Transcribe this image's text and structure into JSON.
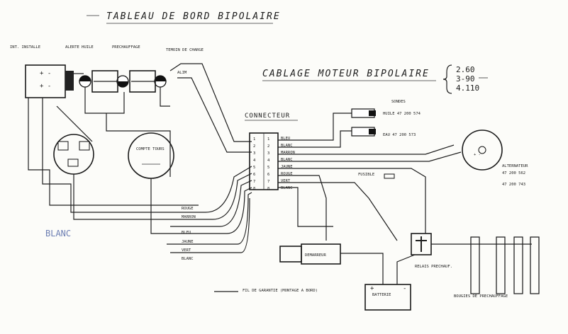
{
  "title": "TABLEAU DE BORD BIPOLAIRE",
  "subtitle": "CABLAGE MOTEUR BIPOLAIRE",
  "models": [
    "2.60",
    "3-90",
    "4.110"
  ],
  "dash_labels": {
    "int_installe": "INT. INSTALLE",
    "alerte_huile": "ALERTE HUILE",
    "prechauffage": "PRECHAUFFAGE",
    "temoin_charge": "TEMOIN DE CHARGE",
    "compte_tours": "COMPTE TOURS",
    "alim": "ALIM"
  },
  "connecteur": {
    "label": "CONNECTEUR",
    "pins_left": [
      "1",
      "2",
      "3",
      "4",
      "5",
      "6",
      "7",
      "8"
    ],
    "pins_right": [
      "1",
      "2",
      "3",
      "4",
      "5",
      "6",
      "7",
      "8"
    ],
    "wire_colors": [
      "BLEU",
      "BLANC",
      "MARRON",
      "BLANC",
      "JAUNE",
      "ROUGE",
      "VERT",
      "BLANC"
    ]
  },
  "harness_labels": [
    "ROUGE",
    "MARRON",
    "BLEU",
    "JAUNE",
    "VERT",
    "BLANC"
  ],
  "sondes": {
    "label": "SONDES",
    "probe1": "HUILE 47 200 574",
    "probe2": "EAU 47 200 573"
  },
  "alternateur": {
    "label": "ALTERNATEUR",
    "ref1": "47 200 562",
    "ref2": "47 200 743"
  },
  "components": {
    "demarreur": "DEMARREUR",
    "relais": "RELAIS PRECHAUF.",
    "bougies": "BOUGIES DE PRECHAUFFAGE",
    "batterie": "BATTERIE",
    "fusible": "FUSIBLE"
  },
  "legend_text": "FIL DE GARANTIE (MONTAGE A BORD)",
  "margin_note": "BLANC"
}
